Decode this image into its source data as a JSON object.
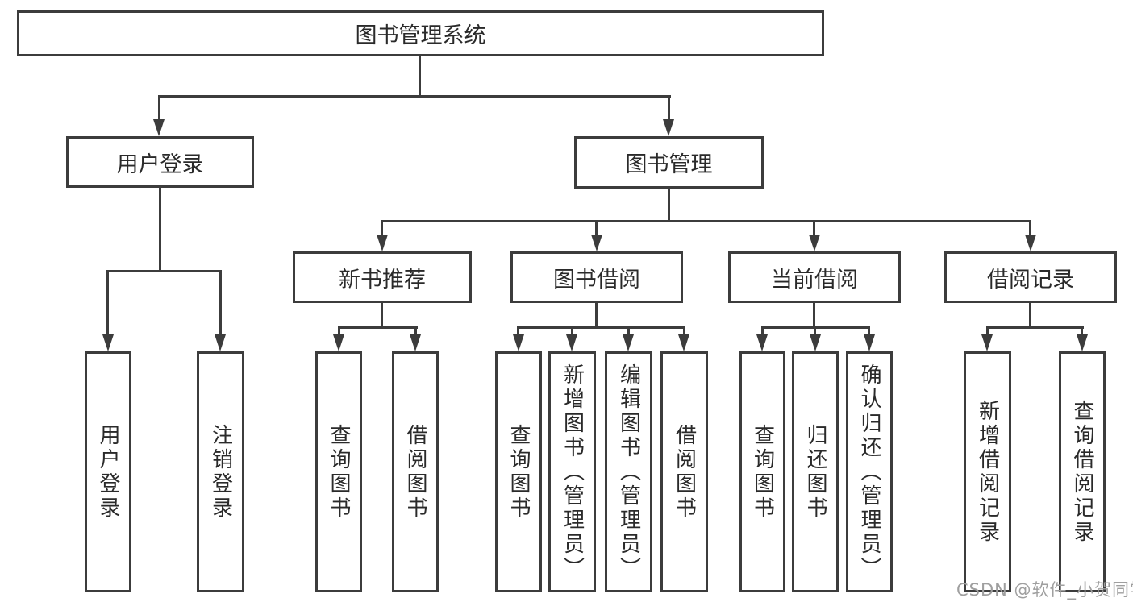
{
  "diagram": {
    "type": "org-tree",
    "colors": {
      "line": "#3c3c3c",
      "box_border": "#3c3c3c",
      "box_fill": "#ffffff",
      "text": "#2a2a2a",
      "watermark": "#9f9f9f",
      "background": "#ffffff"
    },
    "tree": {
      "root": {
        "label": "图书管理系统",
        "children": [
          {
            "label": "用户登录",
            "children": [
              {
                "label": "用户登录"
              },
              {
                "label": "注销登录"
              }
            ]
          },
          {
            "label": "图书管理",
            "children": [
              {
                "label": "新书推荐",
                "children": [
                  {
                    "label": "查询图书"
                  },
                  {
                    "label": "借阅图书"
                  }
                ]
              },
              {
                "label": "图书借阅",
                "children": [
                  {
                    "label": "查询图书"
                  },
                  {
                    "label": "新增图书（管理员）"
                  },
                  {
                    "label": "编辑图书（管理员）"
                  },
                  {
                    "label": "借阅图书"
                  }
                ]
              },
              {
                "label": "当前借阅",
                "children": [
                  {
                    "label": "查询图书"
                  },
                  {
                    "label": "归还图书"
                  },
                  {
                    "label": "确认归还（管理员）"
                  }
                ]
              },
              {
                "label": "借阅记录",
                "children": [
                  {
                    "label": "新增借阅记录"
                  },
                  {
                    "label": "查询借阅记录"
                  }
                ]
              }
            ]
          }
        ]
      }
    }
  },
  "watermark": {
    "text": "CSDN @软件_小贺同学"
  }
}
